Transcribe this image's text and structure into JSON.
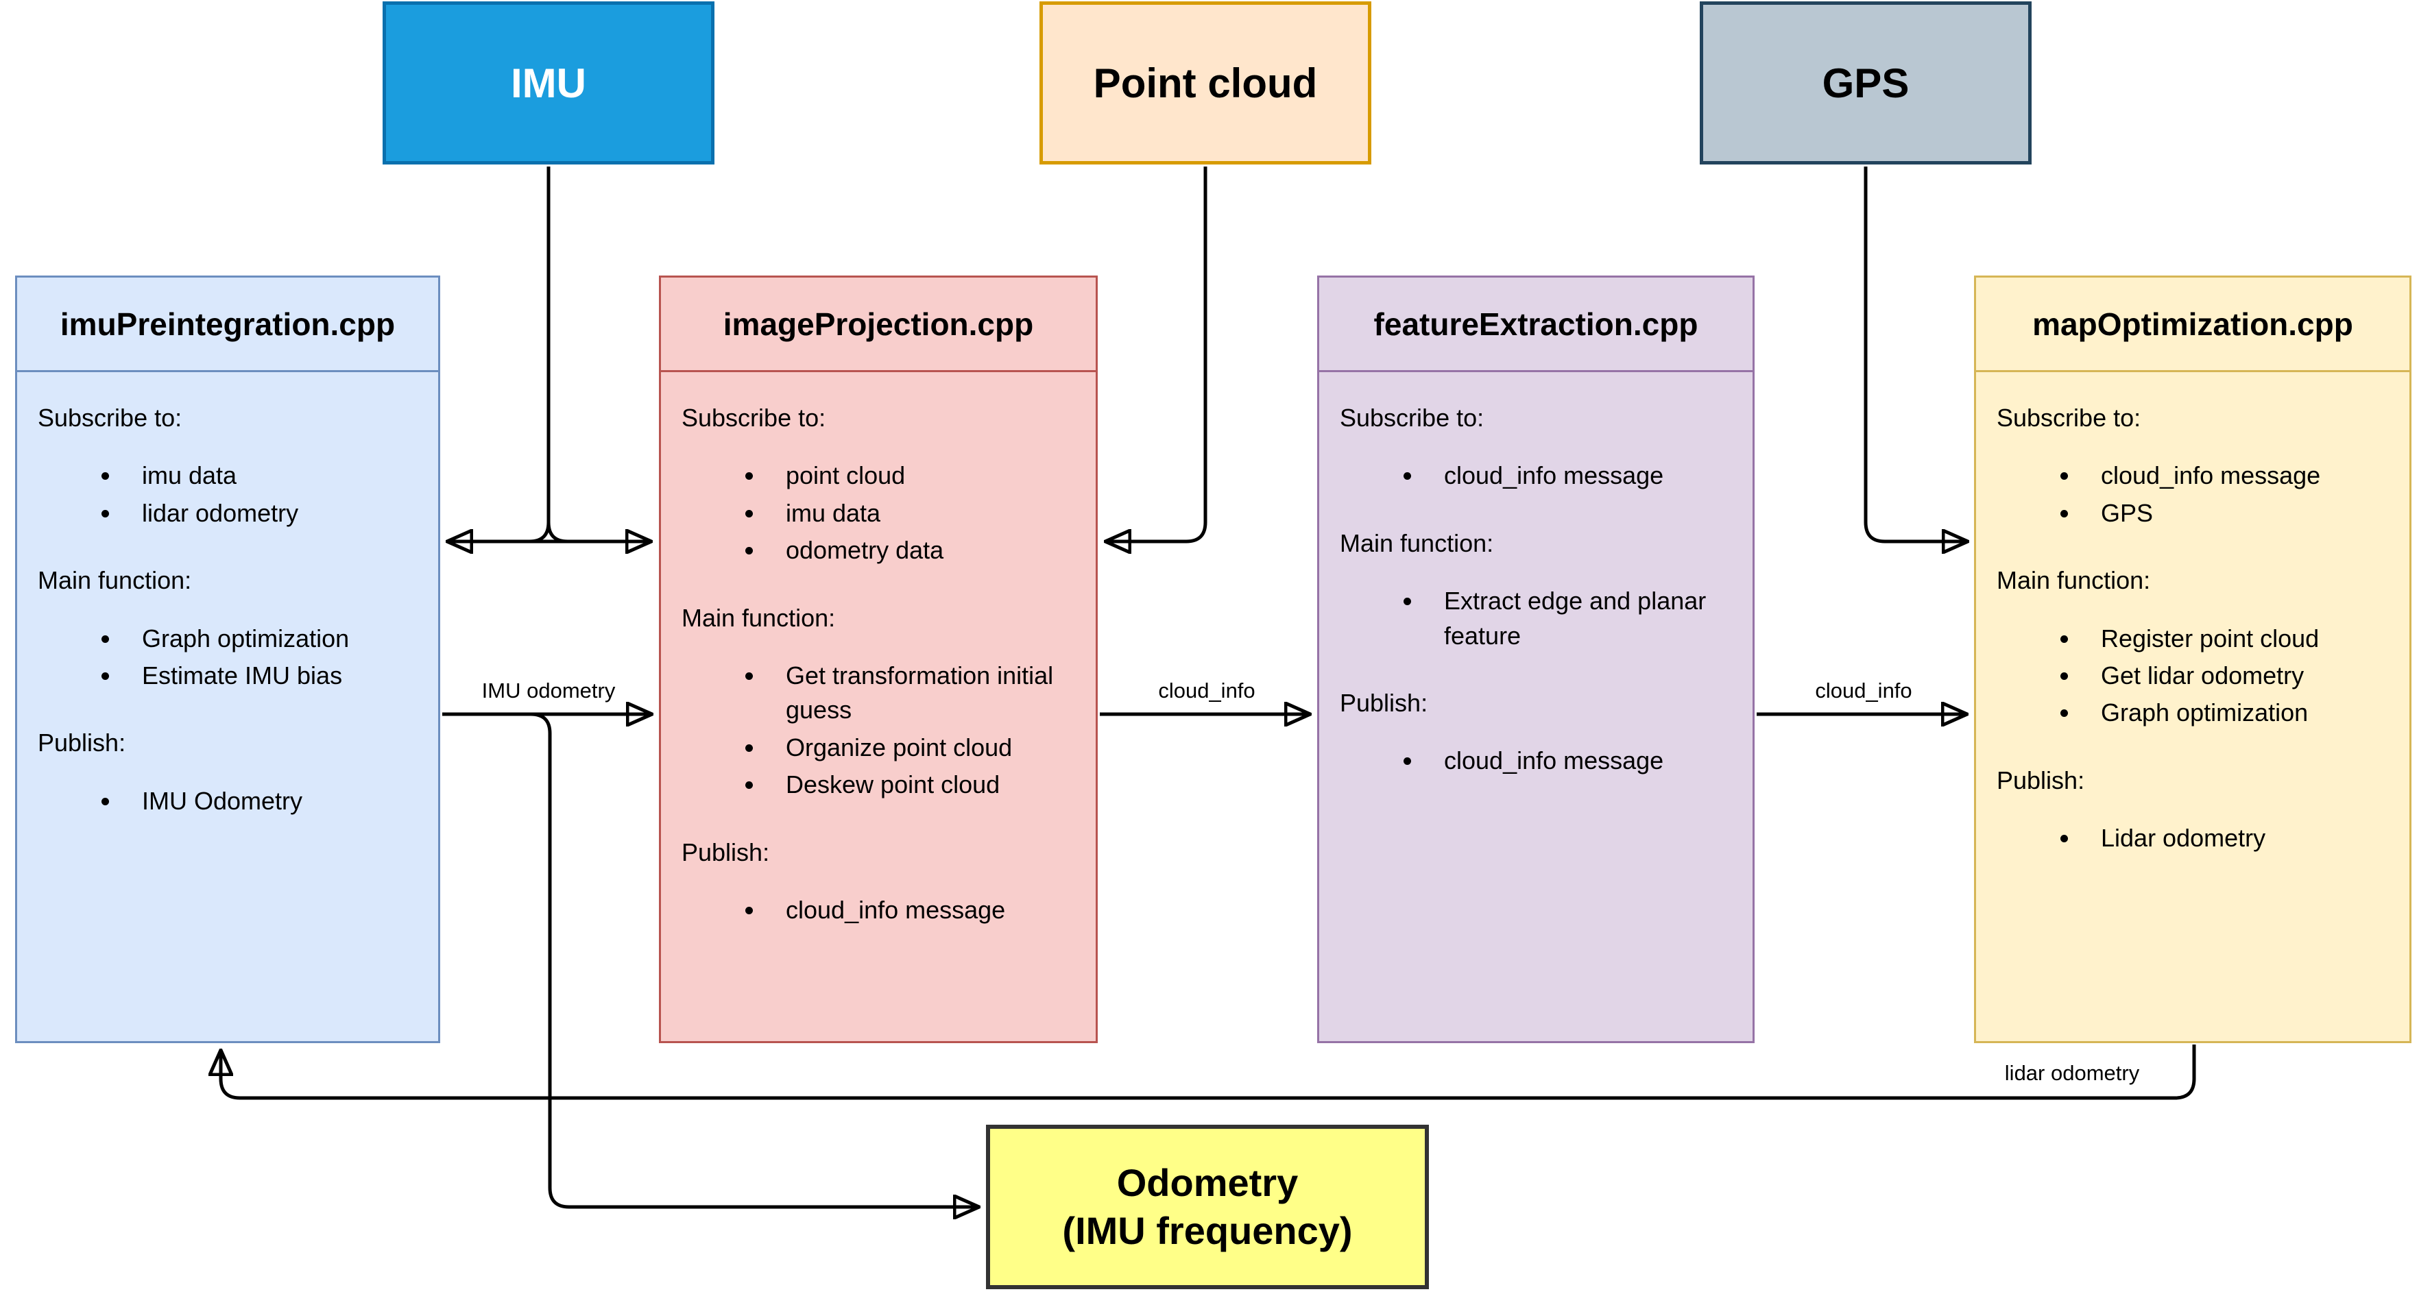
{
  "sources": {
    "imu": {
      "label": "IMU"
    },
    "point_cloud": {
      "label": "Point cloud"
    },
    "gps": {
      "label": "GPS"
    }
  },
  "modules": {
    "imu_preintegration": {
      "title": "imuPreintegration.cpp",
      "sections": [
        {
          "heading": "Subscribe to:",
          "items": [
            "imu data",
            "lidar odometry"
          ]
        },
        {
          "heading": "Main function:",
          "items": [
            "Graph optimization",
            "Estimate IMU bias"
          ]
        },
        {
          "heading": "Publish:",
          "items": [
            "IMU Odometry"
          ]
        }
      ]
    },
    "image_projection": {
      "title": "imageProjection.cpp",
      "sections": [
        {
          "heading": "Subscribe to:",
          "items": [
            "point cloud",
            "imu data",
            "odometry data"
          ]
        },
        {
          "heading": "Main function:",
          "items": [
            "Get transformation initial guess",
            "Organize point cloud",
            "Deskew point cloud"
          ]
        },
        {
          "heading": "Publish:",
          "items": [
            "cloud_info message"
          ]
        }
      ]
    },
    "feature_extraction": {
      "title": "featureExtraction.cpp",
      "sections": [
        {
          "heading": "Subscribe to:",
          "items": [
            "cloud_info message"
          ]
        },
        {
          "heading": "Main function:",
          "items": [
            "Extract edge and planar feature"
          ]
        },
        {
          "heading": "Publish:",
          "items": [
            "cloud_info message"
          ]
        }
      ]
    },
    "map_optimization": {
      "title": "mapOptimization.cpp",
      "sections": [
        {
          "heading": "Subscribe to:",
          "items": [
            "cloud_info message",
            "GPS"
          ]
        },
        {
          "heading": "Main function:",
          "items": [
            "Register point cloud",
            "Get lidar odometry",
            "Graph optimization"
          ]
        },
        {
          "heading": "Publish:",
          "items": [
            "Lidar odometry"
          ]
        }
      ]
    }
  },
  "output_box": {
    "odometry": {
      "line1": "Odometry",
      "line2": "(IMU frequency)"
    }
  },
  "edge_labels": {
    "imu_odometry": "IMU odometry",
    "cloud_info_proj_to_feat": "cloud_info",
    "cloud_info_feat_to_map": "cloud_info",
    "lidar_odometry": "lidar odometry"
  },
  "colors": {
    "imu_fill": "#1B9DDE",
    "imu_stroke": "#0970AE",
    "point_cloud_fill": "#FFE6CC",
    "point_cloud_stroke": "#D79B00",
    "gps_fill": "#B9C7D2",
    "gps_stroke": "#23445D",
    "imu_preintegration_fill": "#DAE8FC",
    "imu_preintegration_stroke": "#6C8EBF",
    "image_projection_fill": "#F8CECC",
    "image_projection_stroke": "#B85450",
    "feature_extraction_fill": "#E1D5E7",
    "feature_extraction_stroke": "#9673A6",
    "map_optimization_fill": "#FFF2CC",
    "map_optimization_stroke": "#D6B656",
    "odometry_fill": "#FFFF88",
    "odometry_stroke": "#333333",
    "edge_stroke": "#000000"
  }
}
